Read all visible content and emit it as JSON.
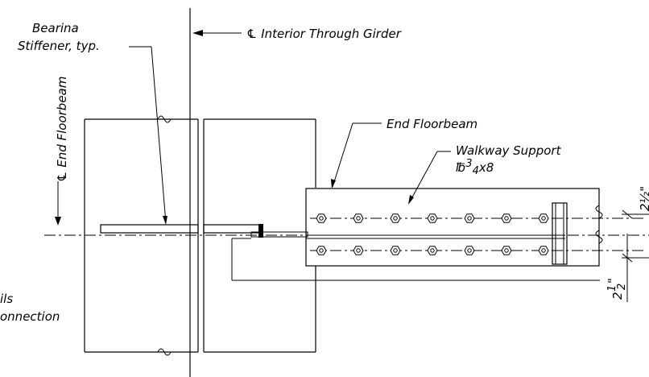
{
  "labels": {
    "bearing_stiffener_line1": "Bearina",
    "bearing_stiffener_line2": "Stiffener, typ.",
    "interior_girder": "℄ Interior Through Girder",
    "end_floorbeam_vertical": "℄ End Floorbeam",
    "end_floorbeam": "End Floorbeam",
    "walkway_support_line1": "Walkway Support",
    "walkway_support_plate_prefix": "℔",
    "walkway_support_plate_sup": "3",
    "walkway_support_plate_sub": "4",
    "walkway_support_plate_suffix": "x8",
    "details_partial": "ils",
    "connection_partial": "onnection",
    "dim_top_partial": "2½\"",
    "dim_bottom_whole": "2",
    "dim_bottom_num": "1",
    "dim_bottom_den": "2",
    "dim_bottom_in": "\""
  },
  "bolts": {
    "top_row_count": 7,
    "bottom_row_count": 7
  }
}
